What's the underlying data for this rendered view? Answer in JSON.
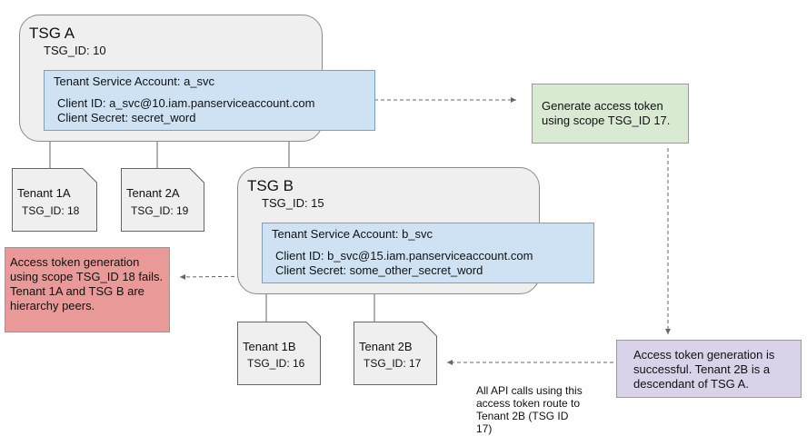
{
  "tsg_a": {
    "title": "TSG A",
    "id_text": "TSG_ID: 10",
    "service_account": {
      "title": "Tenant Service Account: a_svc",
      "client_id": "Client ID: a_svc@10.iam.panserviceaccount.com",
      "client_secret": "Client Secret: secret_word"
    }
  },
  "tenant_1a": {
    "name": "Tenant 1A",
    "id_text": "TSG_ID: 18"
  },
  "tenant_2a": {
    "name": "Tenant 2A",
    "id_text": "TSG_ID: 19"
  },
  "tsg_b": {
    "title": "TSG B",
    "id_text": "TSG_ID: 15",
    "service_account": {
      "title": "Tenant Service Account: b_svc",
      "client_id": "Client ID: b_svc@15.iam.panserviceaccount.com",
      "client_secret": "Client Secret: some_other_secret_word"
    }
  },
  "tenant_1b": {
    "name": "Tenant 1B",
    "id_text": "TSG_ID: 16"
  },
  "tenant_2b": {
    "name": "Tenant 2B",
    "id_text": "TSG_ID: 17"
  },
  "notes": {
    "generate": "Generate access token using scope TSG_ID 17.",
    "fails": "Access token generation using scope TSG_ID 18 fails. Tenant 1A and TSG B are hierarchy peers.",
    "success": "Access token generation is successful. Tenant 2B is a descendant of TSG A.",
    "api_calls": "All API calls using this access token route to Tenant 2B (TSG ID 17)"
  },
  "colors": {
    "tsg_fill": "#efefef",
    "service_account_fill": "#cfe2f3",
    "generate_fill": "#d9ead3",
    "fail_fill": "#ea9999",
    "success_fill": "#d9d2e9"
  }
}
